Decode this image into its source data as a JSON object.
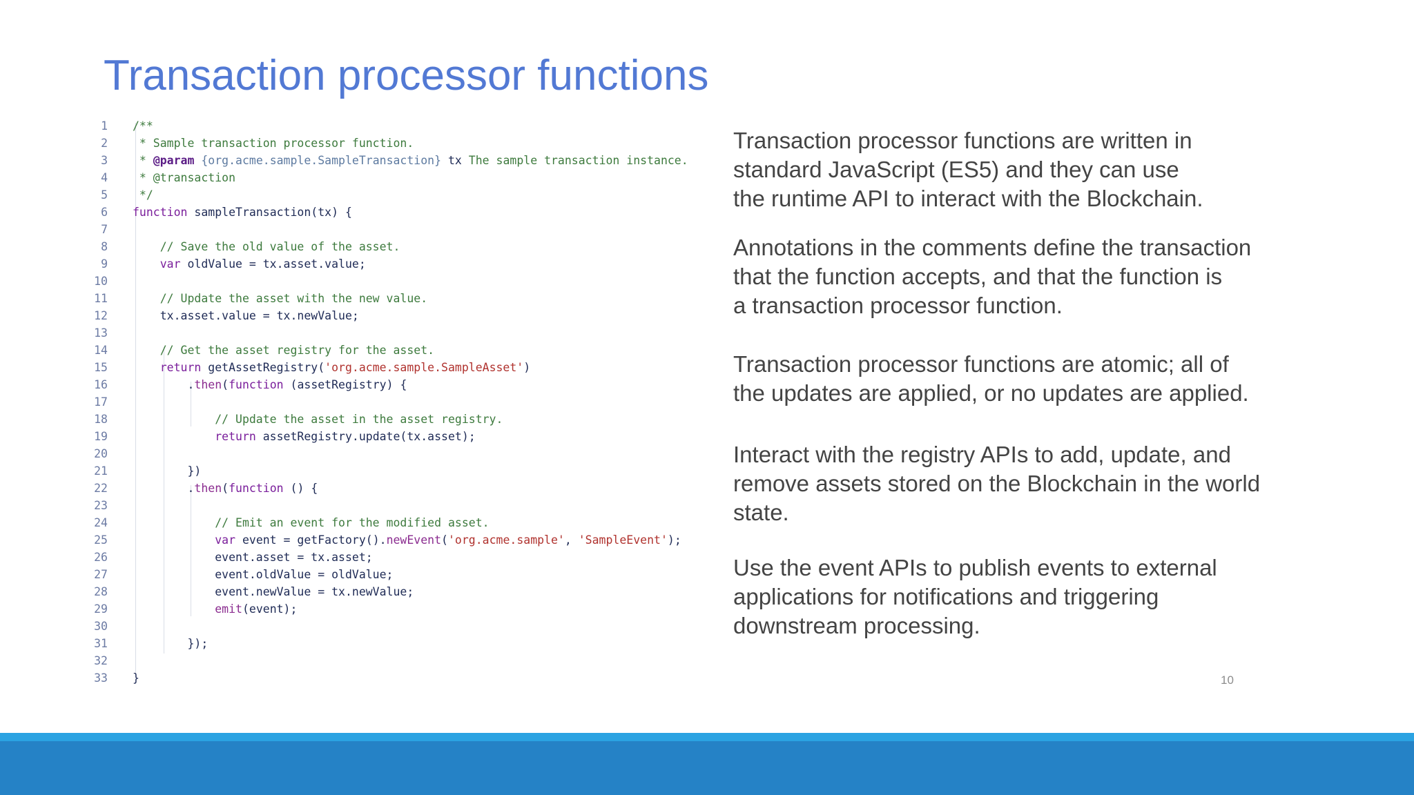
{
  "slide": {
    "title": "Transaction processor functions",
    "page_number": "10",
    "colors": {
      "title": "#5279d4",
      "footer_bar": "#2582c6",
      "footer_accent": "#2ba3e2",
      "body_text": "#444444"
    }
  },
  "code": {
    "language": "javascript",
    "lines": [
      {
        "n": "1",
        "tokens": [
          {
            "t": "comment",
            "v": "/**"
          }
        ]
      },
      {
        "n": "2",
        "tokens": [
          {
            "t": "comment",
            "v": " * Sample transaction processor function."
          }
        ]
      },
      {
        "n": "3",
        "tokens": [
          {
            "t": "comment",
            "v": " * "
          },
          {
            "t": "doctag",
            "v": "@param"
          },
          {
            "t": "doctype",
            "v": " {org.acme.sample.SampleTransaction}"
          },
          {
            "t": "plain",
            "v": " tx"
          },
          {
            "t": "comment",
            "v": " The sample transaction instance."
          }
        ]
      },
      {
        "n": "4",
        "tokens": [
          {
            "t": "comment",
            "v": " * @transaction"
          }
        ]
      },
      {
        "n": "5",
        "tokens": [
          {
            "t": "comment",
            "v": " */"
          }
        ]
      },
      {
        "n": "6",
        "tokens": [
          {
            "t": "keyword",
            "v": "function"
          },
          {
            "t": "plain",
            "v": " sampleTransaction(tx) {"
          }
        ]
      },
      {
        "n": "7",
        "tokens": []
      },
      {
        "n": "8",
        "tokens": [
          {
            "t": "comment",
            "v": "    // Save the old value of the asset."
          }
        ]
      },
      {
        "n": "9",
        "tokens": [
          {
            "t": "keyword",
            "v": "    var"
          },
          {
            "t": "plain",
            "v": " oldValue = tx.asset.value;"
          }
        ]
      },
      {
        "n": "10",
        "tokens": []
      },
      {
        "n": "11",
        "tokens": [
          {
            "t": "comment",
            "v": "    // Update the asset with the new value."
          }
        ]
      },
      {
        "n": "12",
        "tokens": [
          {
            "t": "plain",
            "v": "    tx.asset.value = tx.newValue;"
          }
        ]
      },
      {
        "n": "13",
        "tokens": []
      },
      {
        "n": "14",
        "tokens": [
          {
            "t": "comment",
            "v": "    // Get the asset registry for the asset."
          }
        ]
      },
      {
        "n": "15",
        "tokens": [
          {
            "t": "keyword",
            "v": "    return"
          },
          {
            "t": "plain",
            "v": " getAssetRegistry("
          },
          {
            "t": "string",
            "v": "'org.acme.sample.SampleAsset'"
          },
          {
            "t": "plain",
            "v": ")"
          }
        ]
      },
      {
        "n": "16",
        "tokens": [
          {
            "t": "plain",
            "v": "        ."
          },
          {
            "t": "method",
            "v": "then"
          },
          {
            "t": "plain",
            "v": "("
          },
          {
            "t": "keyword",
            "v": "function"
          },
          {
            "t": "plain",
            "v": " (assetRegistry) {"
          }
        ]
      },
      {
        "n": "17",
        "tokens": []
      },
      {
        "n": "18",
        "tokens": [
          {
            "t": "comment",
            "v": "            // Update the asset in the asset registry."
          }
        ]
      },
      {
        "n": "19",
        "tokens": [
          {
            "t": "keyword",
            "v": "            return"
          },
          {
            "t": "plain",
            "v": " assetRegistry.update(tx.asset);"
          }
        ]
      },
      {
        "n": "20",
        "tokens": []
      },
      {
        "n": "21",
        "tokens": [
          {
            "t": "plain",
            "v": "        })"
          }
        ]
      },
      {
        "n": "22",
        "tokens": [
          {
            "t": "plain",
            "v": "        ."
          },
          {
            "t": "method",
            "v": "then"
          },
          {
            "t": "plain",
            "v": "("
          },
          {
            "t": "keyword",
            "v": "function"
          },
          {
            "t": "plain",
            "v": " () {"
          }
        ]
      },
      {
        "n": "23",
        "tokens": []
      },
      {
        "n": "24",
        "tokens": [
          {
            "t": "comment",
            "v": "            // Emit an event for the modified asset."
          }
        ]
      },
      {
        "n": "25",
        "tokens": [
          {
            "t": "keyword",
            "v": "            var"
          },
          {
            "t": "plain",
            "v": " event = getFactory()."
          },
          {
            "t": "method",
            "v": "newEvent"
          },
          {
            "t": "plain",
            "v": "("
          },
          {
            "t": "string",
            "v": "'org.acme.sample'"
          },
          {
            "t": "plain",
            "v": ", "
          },
          {
            "t": "string",
            "v": "'SampleEvent'"
          },
          {
            "t": "plain",
            "v": ");"
          }
        ]
      },
      {
        "n": "26",
        "tokens": [
          {
            "t": "plain",
            "v": "            event.asset = tx.asset;"
          }
        ]
      },
      {
        "n": "27",
        "tokens": [
          {
            "t": "plain",
            "v": "            event.oldValue = oldValue;"
          }
        ]
      },
      {
        "n": "28",
        "tokens": [
          {
            "t": "plain",
            "v": "            event.newValue = tx.newValue;"
          }
        ]
      },
      {
        "n": "29",
        "tokens": [
          {
            "t": "method",
            "v": "            emit"
          },
          {
            "t": "plain",
            "v": "(event);"
          }
        ]
      },
      {
        "n": "30",
        "tokens": []
      },
      {
        "n": "31",
        "tokens": [
          {
            "t": "plain",
            "v": "        });"
          }
        ]
      },
      {
        "n": "32",
        "tokens": []
      },
      {
        "n": "33",
        "tokens": [
          {
            "t": "plain",
            "v": "}"
          }
        ]
      }
    ]
  },
  "paragraphs": [
    {
      "lines": [
        "Transaction processor functions are written in",
        "standard JavaScript (ES5) and they can use",
        "the runtime API to interact with the Blockchain."
      ]
    },
    {
      "lines": [
        "Annotations in the comments define the transaction",
        "that the function accepts, and that the function is",
        "a transaction processor function."
      ]
    },
    {
      "lines": [
        "Transaction processor functions are atomic; all of",
        "the updates are applied, or no updates are applied."
      ]
    },
    {
      "lines": [
        "Interact with the registry APIs to add, update, and",
        "remove assets stored on the Blockchain in the world",
        "state."
      ]
    },
    {
      "lines": [
        "Use the event APIs to publish events to external",
        "applications for notifications and triggering",
        "downstream processing."
      ]
    }
  ]
}
